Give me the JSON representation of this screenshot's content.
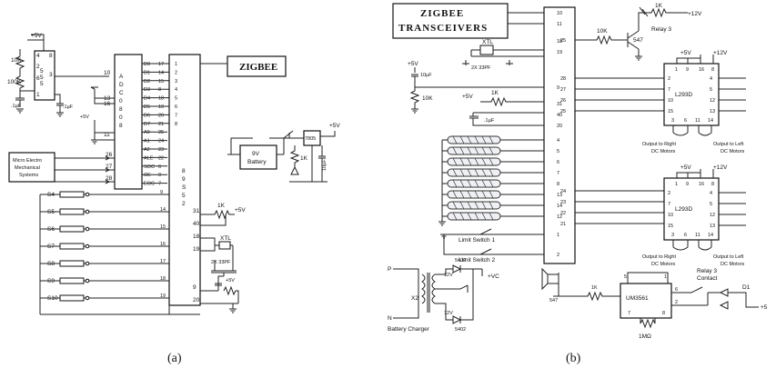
{
  "captions": {
    "a": "(a)",
    "b": "(b)"
  },
  "panel_a": {
    "zigbee_label": "ZIGBEE",
    "v5": "+5V",
    "ne555_pins_left": [
      "4",
      "2",
      "6",
      "1"
    ],
    "ne555_pins_right": [
      "8",
      "3",
      "7"
    ],
    "ne555_name": [
      "5",
      "5",
      "5"
    ],
    "r_10k": "10K",
    "r_100k": "100K",
    "cap_1uf_a": ".1µF",
    "cap_1uf_b": ".1µF",
    "pin_10": "10",
    "pin_11": "11",
    "pin_13": "13",
    "pin_16": "16",
    "mems": [
      "Micro Electro",
      "Mechanical",
      "Systems"
    ],
    "adc_name": [
      "A",
      "D",
      "C",
      "0",
      "8",
      "0",
      "8"
    ],
    "adc_left_pins": [
      "26",
      "27",
      "28"
    ],
    "adc_right_labels": [
      "D0",
      "D1",
      "D2",
      "D3",
      "D4",
      "D5",
      "D6",
      "D7",
      "A0",
      "A1",
      "A2",
      "ALE",
      "SOC",
      "OE",
      "EOC"
    ],
    "adc_right_pins": [
      "17",
      "14",
      "15",
      "8",
      "18",
      "19",
      "20",
      "21",
      "25",
      "24",
      "23",
      "22",
      "6",
      "9",
      "7"
    ],
    "mcu_name": [
      "8",
      "9",
      "S",
      "5",
      "2"
    ],
    "mcu_left_pins": [
      "1",
      "2",
      "3",
      "4",
      "5",
      "6",
      "7",
      "8"
    ],
    "switches": [
      "S4",
      "S5",
      "S6",
      "S7",
      "S8",
      "S9",
      "S10"
    ],
    "sw_pins": [
      "9",
      "14",
      "15",
      "16",
      "17",
      "18",
      "19"
    ],
    "mcu_right_pins": [
      "31",
      "40",
      "18",
      "19",
      "9",
      "20"
    ],
    "r_1k": "1K",
    "xtl": "XTL",
    "caps_33pf": "2X 33PF",
    "battery": [
      "9V",
      "Battery"
    ],
    "regulator": "7805",
    "r_1k_b": "1K",
    "cap_10uf": "10µF"
  },
  "panel_b": {
    "zigbee_title": [
      "ZIGBEE",
      "TRANSCEIVERS"
    ],
    "zig_pins": [
      "10",
      "11",
      "18",
      "19",
      "9",
      "31",
      "40",
      "20",
      "4",
      "5",
      "6",
      "7",
      "8",
      "13",
      "14",
      "12",
      "1",
      "2"
    ],
    "zig_right_pins": [
      "25",
      "28",
      "27",
      "26",
      "25",
      "24",
      "23",
      "22",
      "21"
    ],
    "xtl": "XTL",
    "caps_33pf": "2X 33PF",
    "v5": "+5V",
    "v12": "+12V",
    "cap_10uf": "10µF",
    "r_10k": "10K",
    "r_1k": "1K",
    "cap_1uf": ".1µF",
    "relay_r_10k": "10K",
    "relay_r_1k": "1K",
    "transistor": "547",
    "relay3": "Relay 3",
    "l293d": "L293D",
    "l293_top_pins": [
      "1",
      "9",
      "16",
      "8"
    ],
    "l293_left_pins": [
      "2",
      "7",
      "10",
      "15"
    ],
    "l293_right_pins": [
      "4",
      "5",
      "12",
      "13"
    ],
    "l293_bottom_pins": [
      "3",
      "6",
      "11",
      "14"
    ],
    "out_right": [
      "Output to Right",
      "DC Motors"
    ],
    "out_left": [
      "Output to Left",
      "DC Motors"
    ],
    "limit1": "Limit Switch 1",
    "limit2": "Limit Switch 2",
    "charger": {
      "p": "P",
      "n": "N",
      "label": "Battery Charger",
      "x2": "X2",
      "v12a": "12V",
      "v12b": "12V",
      "diode1": "5402",
      "diode2": "5402",
      "vc": "+VC"
    },
    "um": {
      "name": "UM3561",
      "pins_top": [
        "5",
        "1"
      ],
      "pins_bottom": [
        "7",
        "8"
      ],
      "pin_6": "6",
      "pin_2": "2",
      "r_1mo": "1MΩ",
      "r_1k": "1K",
      "transistor": "547",
      "relay_contact": [
        "Relay 3",
        "Contact"
      ],
      "d1": "D1",
      "plus5": "+5"
    }
  }
}
